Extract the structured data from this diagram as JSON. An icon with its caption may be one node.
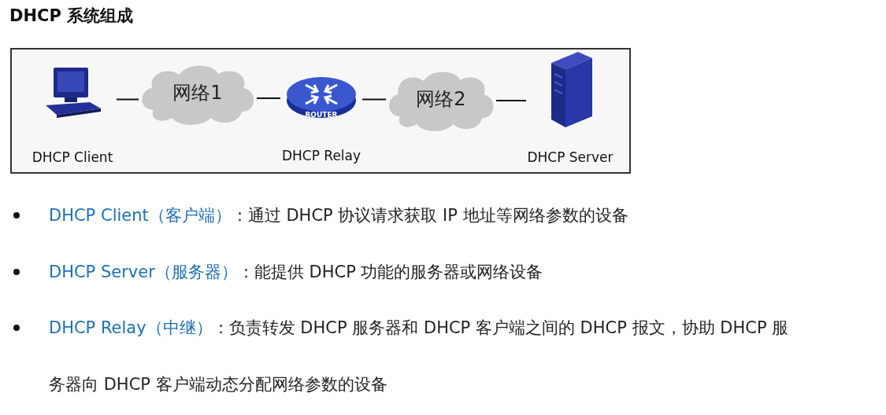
{
  "diagram": {
    "title": "DHCP 系统组成",
    "nodes": [
      {
        "text": [
          "DHCP Client"
        ]
      },
      {
        "text": [
          "网络1"
        ]
      },
      {
        "text": [
          "ROUTER",
          "DHCP Relay"
        ]
      },
      {
        "text": [
          "网络2"
        ]
      },
      {
        "text": [
          "DHCP Server"
        ]
      }
    ],
    "edges": [
      {
        "from": 0,
        "to": 1,
        "arrow": "none"
      },
      {
        "from": 1,
        "to": 2,
        "arrow": "none"
      },
      {
        "from": 2,
        "to": 3,
        "arrow": "none"
      },
      {
        "from": 3,
        "to": 4,
        "arrow": "none"
      }
    ],
    "labels": [
      "DHCP Client（客户端）",
      "：通过 DHCP 协议请求获取 IP 地址等网络参数的设备",
      "DHCP Server（服务器）",
      "：能提供 DHCP 功能的服务器或网络设备",
      "DHCP Relay（中继）",
      "：负责转发 DHCP 服务器和 DHCP 客户端之间的 DHCP 报文，协助 DHCP 服务器向 DHCP 客户端动态分配网络参数的设备"
    ]
  }
}
